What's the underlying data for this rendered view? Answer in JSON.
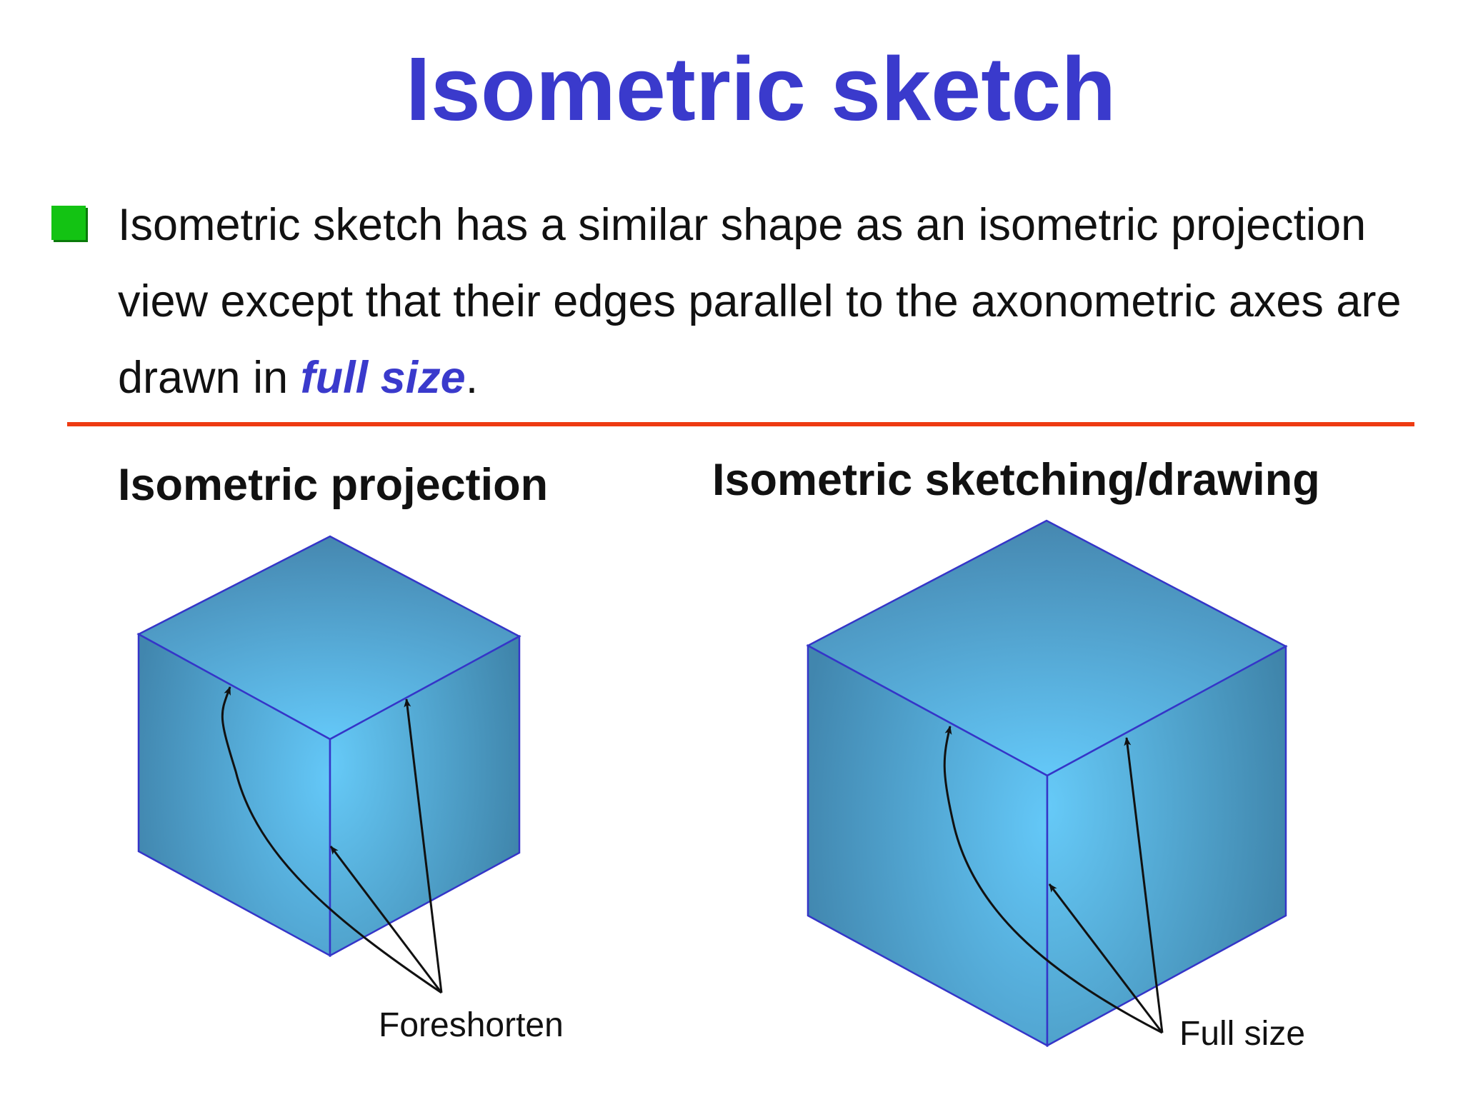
{
  "slide": {
    "title": "Isometric sketch",
    "bullet": {
      "text_before": "Isometric sketch has a similar shape as an isometric projection view except that their edges parallel to the axonometric axes are drawn in ",
      "emphasis": "full size",
      "text_after": "."
    },
    "left_figure": {
      "heading": "Isometric projection",
      "label": "Foreshorten"
    },
    "right_figure": {
      "heading": "Isometric sketching/drawing",
      "label": "Full size"
    }
  },
  "colors": {
    "title": "#3a3acc",
    "emphasis": "#3a3acc",
    "bullet": "#13c313",
    "rule": "#ee3b12",
    "cube_edge": "#3535c8",
    "cube_light": "#64c8f8",
    "cube_dark": "#3f84aa"
  },
  "icons": {
    "bullet": "green-square-bullet-icon"
  }
}
